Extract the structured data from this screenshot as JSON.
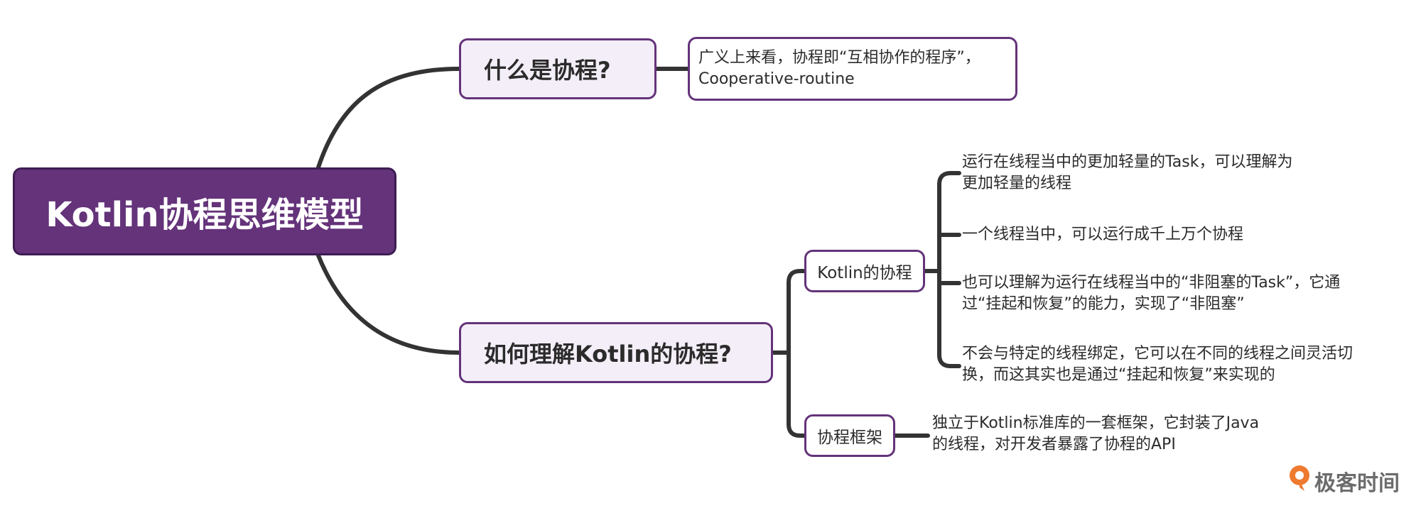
{
  "root": {
    "label": "Kotlin协程思维模型"
  },
  "branches": [
    {
      "label": "什么是协程?",
      "definition": [
        "广义上来看，协程即“互相协作的程序”，",
        "Cooperative-routine"
      ]
    },
    {
      "label": "如何理解Kotlin的协程?",
      "children": [
        {
          "label": "Kotlin的协程",
          "leaves": [
            [
              "运行在线程当中的更加轻量的Task，可以理解为",
              "更加轻量的线程"
            ],
            [
              "一个线程当中，可以运行成千上万个协程"
            ],
            [
              "也可以理解为运行在线程当中的“非阻塞的Task”，它通",
              "过“挂起和恢复”的能力，实现了“非阻塞”"
            ],
            [
              "不会与特定的线程绑定，它可以在不同的线程之间灵活切",
              "换，而这其实也是通过“挂起和恢复”来实现的"
            ]
          ]
        },
        {
          "label": "协程框架",
          "leaves": [
            [
              "独立于Kotlin标准库的一套框架，它封装了Java",
              "的线程，对开发者暴露了协程的API"
            ]
          ]
        }
      ]
    }
  ],
  "logo": {
    "text": "极客时间",
    "icon": "geektime-logo-icon"
  },
  "colors": {
    "root_fill": "#64337a",
    "branch_fill": "#f4eef8",
    "border": "#64337a",
    "link": "#333333"
  }
}
